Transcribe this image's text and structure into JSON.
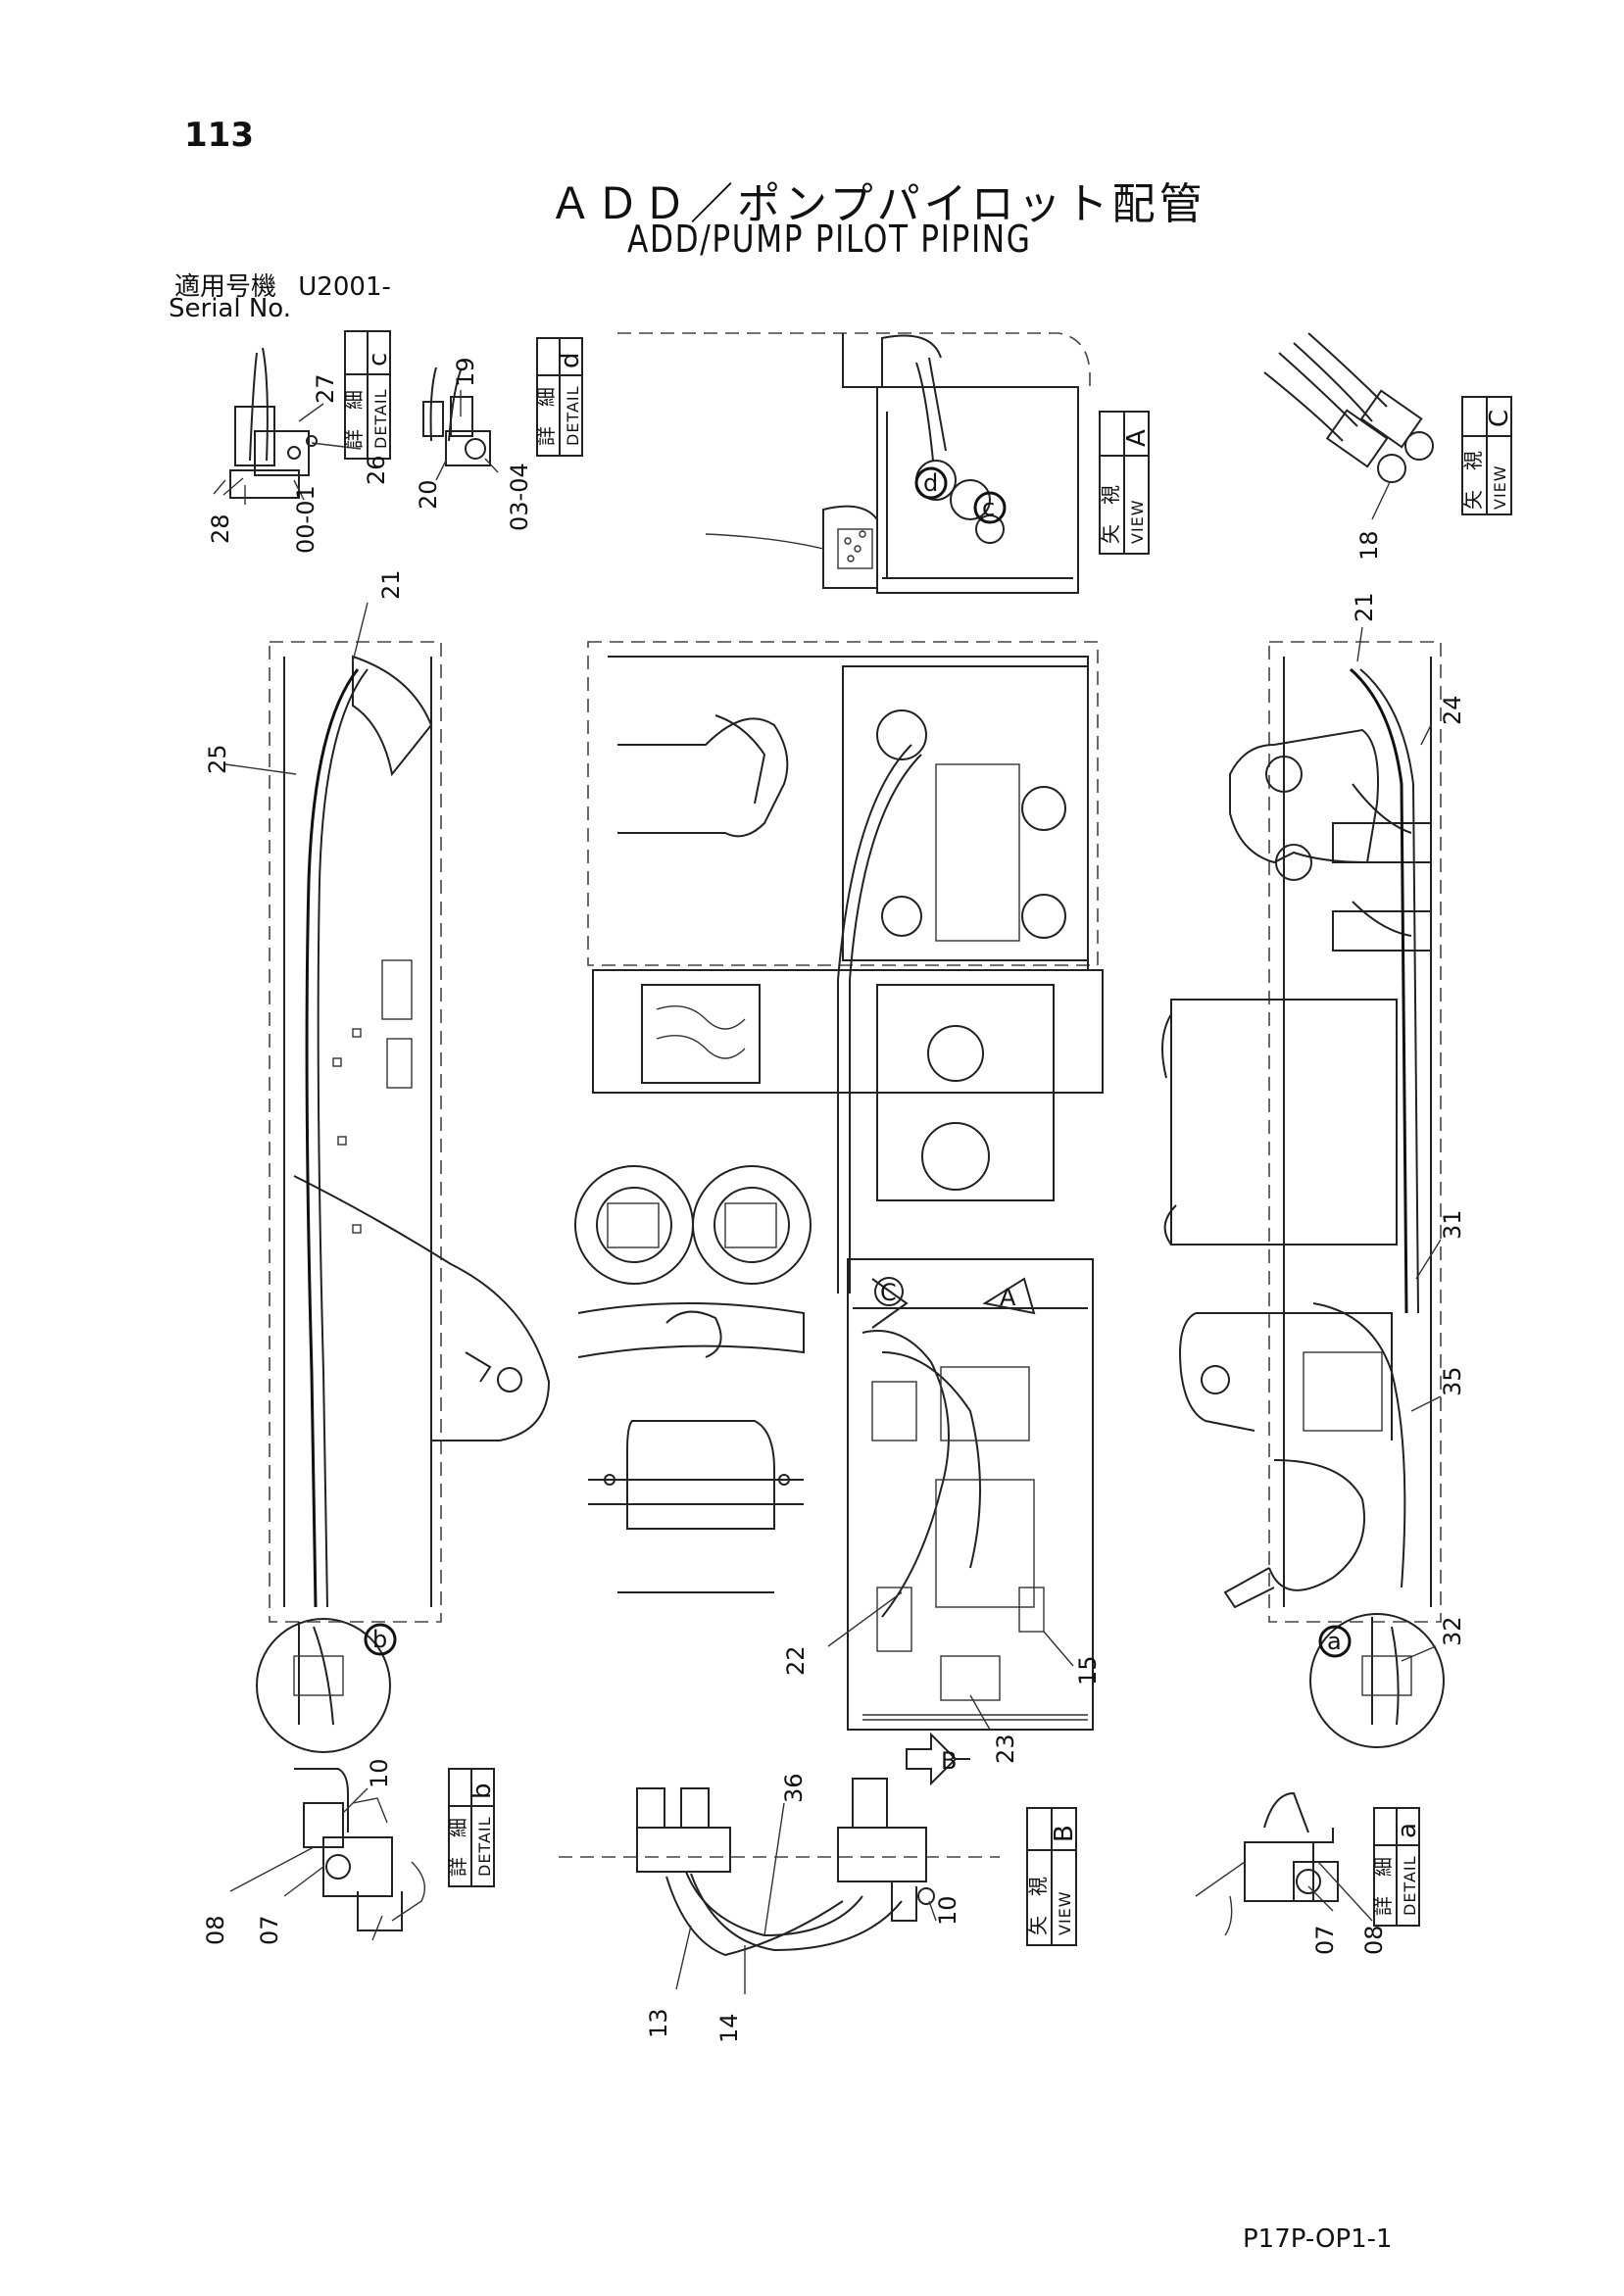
{
  "page_number": "113",
  "title_jp": "ＡＤＤ／ポンプパイロット配管",
  "title_en": "ADD/PUMP PILOT PIPING",
  "serial_label_jp": "適用号機",
  "serial_value": "U2001-",
  "serial_label_en": "Serial No.",
  "drawing_code": "P17P-OP1-1",
  "tags": {
    "detail_jp": "詳　細",
    "detail_en": "DETAIL",
    "view_jp": "矢　視",
    "view_en": "VIEW",
    "detail_c": "c",
    "detail_d": "d",
    "detail_b": "b",
    "detail_a": "a",
    "view_a": "A",
    "view_b": "B",
    "view_c": "C"
  },
  "callouts": {
    "p27": "27",
    "p26": "26",
    "p28": "28",
    "p00_01": "00-01",
    "p19": "19",
    "p20": "20",
    "p03_04": "03-04",
    "p18": "18",
    "p21_left": "21",
    "p25": "25",
    "p21_right": "21",
    "p24": "24",
    "p31": "31",
    "p35": "35",
    "p32": "32",
    "p22": "22",
    "p15": "15",
    "p23": "23",
    "p10_b": "10",
    "p08_b": "08",
    "p07_b": "07",
    "p36": "36",
    "p13": "13",
    "p14": "14",
    "p10_view": "10",
    "p07_a": "07",
    "p08_a": "08"
  },
  "circle_letters": {
    "b": "b",
    "a": "a",
    "c": "c",
    "d": "d",
    "c2": "C",
    "a2": "A",
    "b2": "B"
  }
}
